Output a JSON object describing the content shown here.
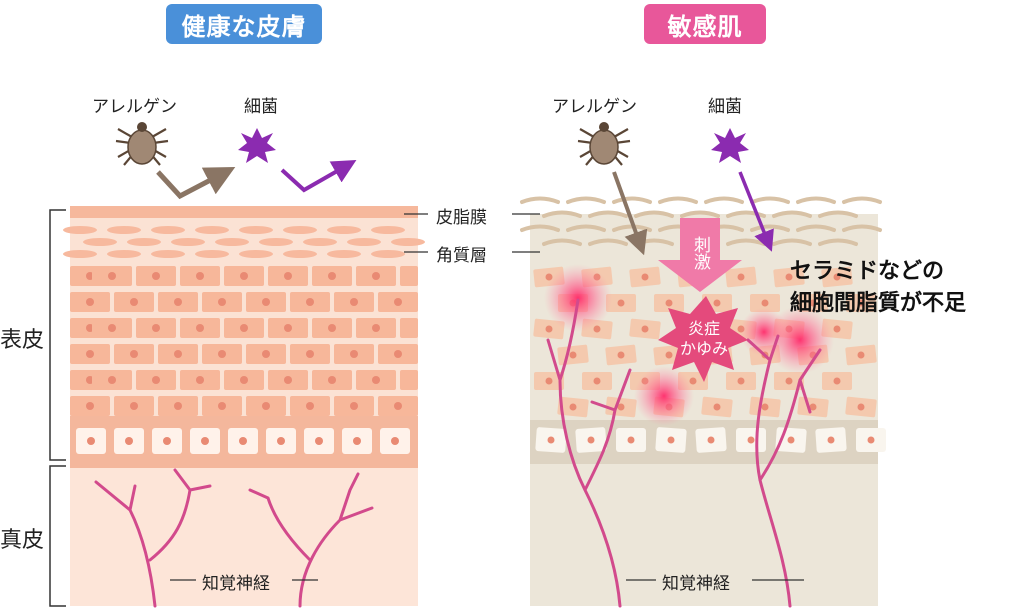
{
  "healthy": {
    "title": "健康な皮膚",
    "title_color": "#4a90d9",
    "allergen_label": "アレルゲン",
    "bacteria_label": "細菌",
    "nerve_label": "知覚神経"
  },
  "sensitive": {
    "title": "敏感肌",
    "title_color": "#e8579a",
    "allergen_label": "アレルゲン",
    "bacteria_label": "細菌",
    "stimulus_label": "刺激",
    "inflammation_label_line1": "炎症",
    "inflammation_label_line2": "かゆみ",
    "note_line1": "セラミドなどの",
    "note_line2": "細胞間脂質が不足",
    "nerve_label": "知覚神経"
  },
  "layers": {
    "sebum": "皮脂膜",
    "stratum_corneum": "角質層",
    "epidermis": "表皮",
    "dermis": "真皮"
  },
  "colors": {
    "healthy_skin": "#fbd9c8",
    "healthy_cell": "#f7b79a",
    "sensitive_skin": "#ece6d9",
    "nerve": "#d24a8c",
    "allergen_arrow": "#8a7564",
    "bacteria": "#8b2bb0",
    "stimulus_arrow": "#f07aa8"
  }
}
